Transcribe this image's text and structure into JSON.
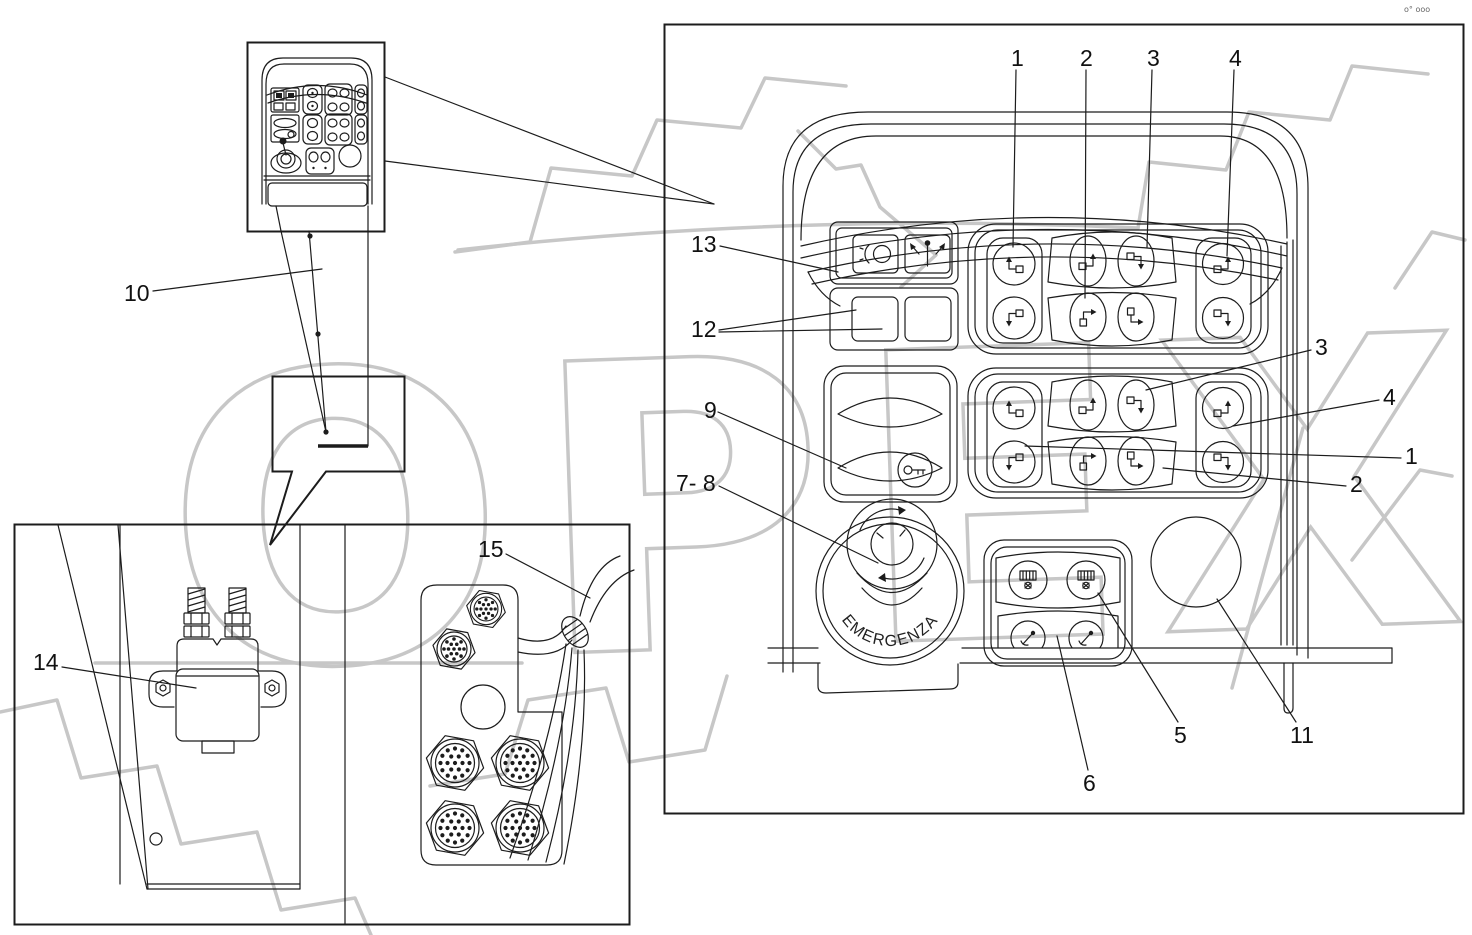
{
  "corner_mark": "o° ooo",
  "watermark": {
    "text": "OPEX",
    "color": "#c7c7c7"
  },
  "colors": {
    "line": "#1c1c1c",
    "background": "#ffffff"
  },
  "panel": {
    "emergency_label": "EMERGENZA"
  },
  "callouts": {
    "top1": "1",
    "top2": "2",
    "top3": "3",
    "top4": "4",
    "left13": "13",
    "left12": "12",
    "left9": "9",
    "left78": "7- 8",
    "right3": "3",
    "right4": "4",
    "right1": "1",
    "right2": "2",
    "bottom5": "5",
    "bottom6": "6",
    "bottom11": "11",
    "console10": "10",
    "relay14": "14",
    "harness15": "15"
  }
}
